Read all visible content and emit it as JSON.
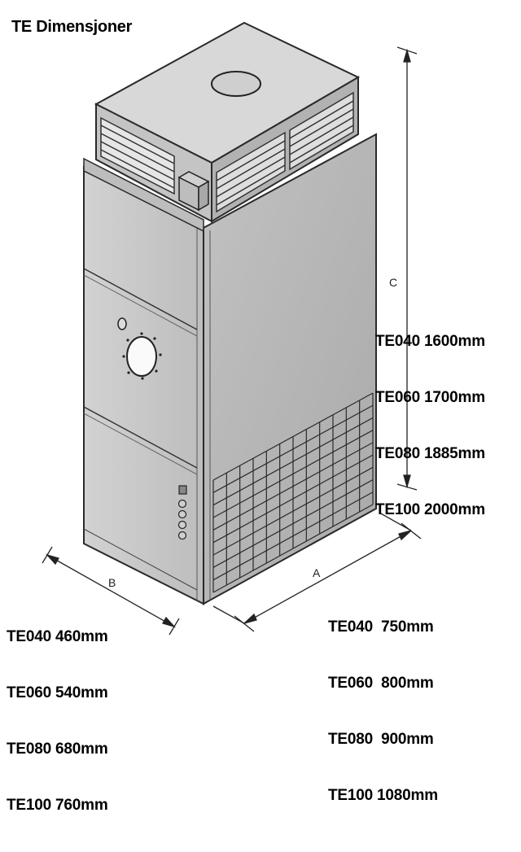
{
  "title": "TE Dimensjoner",
  "dimensions": {
    "A": {
      "letter": "A",
      "rows": [
        "TE040  750mm",
        "TE060  800mm",
        "TE080  900mm",
        "TE100 1080mm"
      ]
    },
    "B": {
      "letter": "B",
      "rows": [
        "TE040 460mm",
        "TE060 540mm",
        "TE080 680mm",
        "TE100 760mm"
      ]
    },
    "C": {
      "letter": "C",
      "rows": [
        "TE040 1600mm",
        "TE060 1700mm",
        "TE080 1885mm",
        "TE100 2000mm"
      ]
    }
  },
  "colors": {
    "front_face": "#c9c9c9",
    "side_face": "#b4b4b4",
    "top_face": "#d6d6d6",
    "outline": "#2a2a2a",
    "text": "#000000"
  },
  "icons": [
    "round-duct-outlet-icon",
    "louvered-vent-icon",
    "control-box-icon",
    "burner-opening-icon",
    "grille-icon",
    "connector-ports-icon"
  ]
}
